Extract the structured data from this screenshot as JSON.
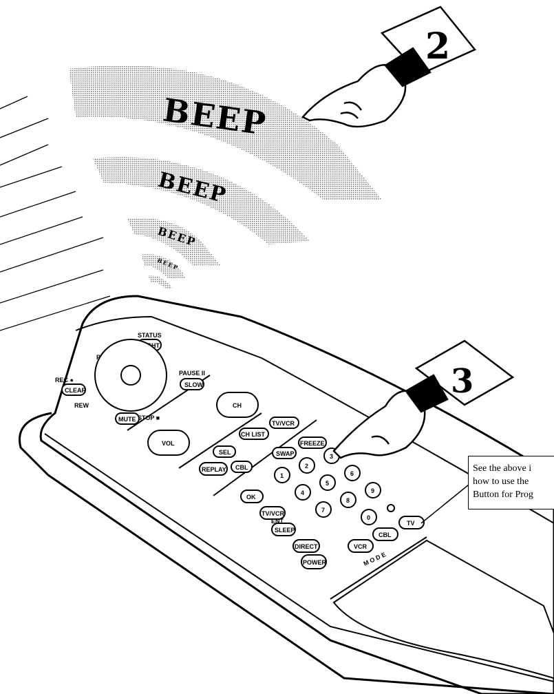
{
  "steps": {
    "step2_number": "2",
    "step3_number": "3"
  },
  "beeps": [
    "BEEP",
    "BEEP",
    "BEEP",
    "BEEP"
  ],
  "remote_labels": {
    "status": "STATUS",
    "light": "LIGHT",
    "play": "PLAY ▶",
    "rec": "REC ●",
    "clear": "CLEAR",
    "pause": "PAUSE II",
    "slow": "SLOW",
    "rew": "REW",
    "stop": "STOP ■",
    "mute": "MUTE",
    "ch": "CH",
    "vol": "VOL",
    "sel": "SEL",
    "replay": "REPLAY",
    "cbl_left": "CBL",
    "chlist": "CH LIST",
    "tvvcr_top": "TV/VCR",
    "swap": "SWAP",
    "freeze": "FREEZE",
    "ok": "OK",
    "ent": "ENT",
    "tvvcr": "TV/VCR",
    "sleep": "SLEEP",
    "direct": "DIRECT",
    "power": "POWER",
    "vcr": "VCR",
    "cbl": "CBL",
    "tv": "TV",
    "mode": "M O D E",
    "digits": [
      "1",
      "2",
      "3",
      "4",
      "5",
      "6",
      "7",
      "8",
      "9",
      "0"
    ]
  },
  "callout": {
    "line1": "See the above i",
    "line2": "how to use the",
    "line3": "Button for Prog"
  }
}
